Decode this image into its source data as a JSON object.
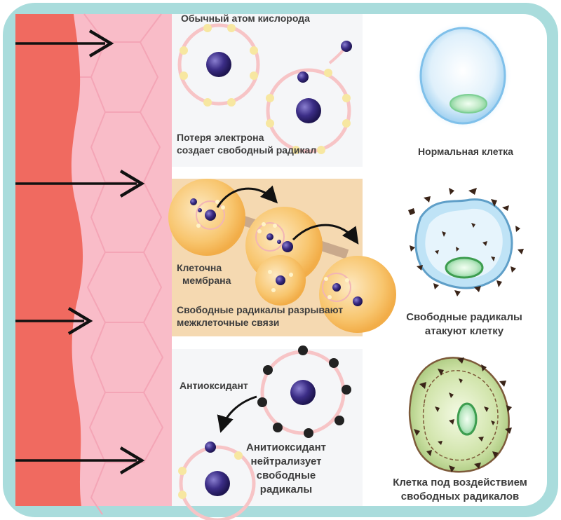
{
  "labels": {
    "oxygen_atom": "Обычный атом кислорода",
    "electron_loss_1": "Потеря электрона",
    "electron_loss_2": "создает свободный радикал",
    "normal_cell": "Нормальная клетка",
    "membrane_1": "Клеточна",
    "membrane_2": "мембрана",
    "bonds_1": "Свободные радикалы разрывают",
    "bonds_2": "межклеточные связи",
    "attack_1": "Свободные радикалы",
    "attack_2": "атакуют клетку",
    "antioxidant": "Антиоксидант",
    "neutralize_1": "Анитиоксидант",
    "neutralize_2": "нейтрализует",
    "neutralize_3": "свободные",
    "neutralize_4": "радикалы",
    "damaged_1": "Клетка под воздействием",
    "damaged_2": "свободных радикалов"
  },
  "colors": {
    "frame": "#a9dcdc",
    "skin_red": "#f06a60",
    "skin_pink": "#f9bcc8",
    "nucleus": "#3b2d86",
    "electron": "#f7e7a1",
    "membrane_cell": "#f7c36b",
    "antioxidant_electron": "#222222",
    "normal_cell": "#a9d5f2",
    "fragment": "#3a2418"
  }
}
